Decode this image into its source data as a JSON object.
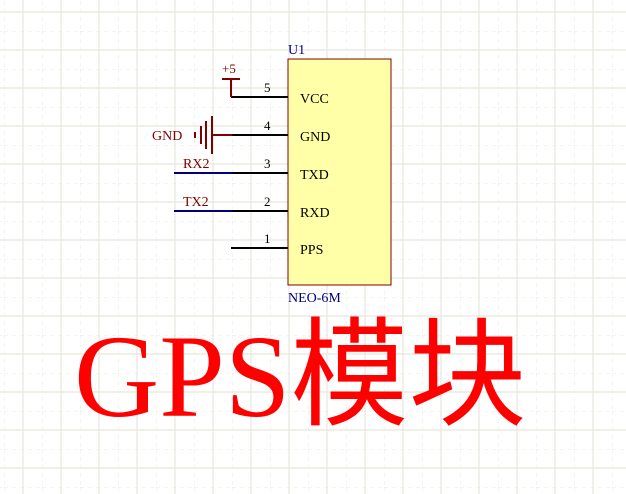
{
  "component": {
    "designator": "U1",
    "part": "NEO-6M",
    "fill": "#ffffa8",
    "border": "#800000",
    "pins": [
      {
        "number": "5",
        "name": "VCC",
        "net": "+5"
      },
      {
        "number": "4",
        "name": "GND",
        "net": "GND"
      },
      {
        "number": "3",
        "name": "TXD",
        "net": "RX2"
      },
      {
        "number": "2",
        "name": "RXD",
        "net": "TX2"
      },
      {
        "number": "1",
        "name": "PPS",
        "net": ""
      }
    ]
  },
  "nets": {
    "power": "+5",
    "ground": "GND",
    "rx": "RX2",
    "tx": "TX2"
  },
  "title": "GPS模块",
  "colors": {
    "title": "#ff0000",
    "net_label": "#800000",
    "designator": "#000080",
    "wire": "#000000",
    "bus_wire": "#000080",
    "grid": "#ebe9e1"
  }
}
